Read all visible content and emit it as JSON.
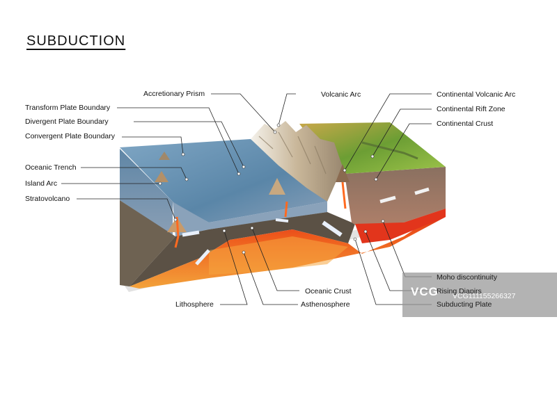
{
  "title": "SUBDUCTION",
  "labels": {
    "accretionary_prism": "Accretionary Prism",
    "volcanic_arc": "Volcanic Arc",
    "continental_volcanic_arc": "Continental Volcanic Arc",
    "continental_rift_zone": "Continental Rift Zone",
    "continental_crust": "Continental Crust",
    "transform_plate_boundary": "Transform Plate Boundary",
    "divergent_plate_boundary": "Divergent Plate Boundary",
    "convergent_plate_boundary": "Convergent Plate Boundary",
    "oceanic_trench": "Oceanic Trench",
    "island_arc": "Island Arc",
    "stratovolcano": "Stratovolcano",
    "moho_discontinuity": "Moho discontinuity",
    "rising_diapirs": "Rising Diapirs",
    "subducting_plate": "Subducting Plate",
    "oceanic_crust": "Oceanic Crust",
    "lithosphere": "Lithosphere",
    "asthenosphere": "Asthenosphere"
  },
  "watermark": {
    "logo": "VCG",
    "id": "VCG111155266327"
  },
  "colors": {
    "ocean": "#5f8fb0",
    "mantle": "#e8561c",
    "asthenosphere": "#f08a2a",
    "crust": "#7a6a5a",
    "land": "#7da63a",
    "leader": "#222222"
  }
}
